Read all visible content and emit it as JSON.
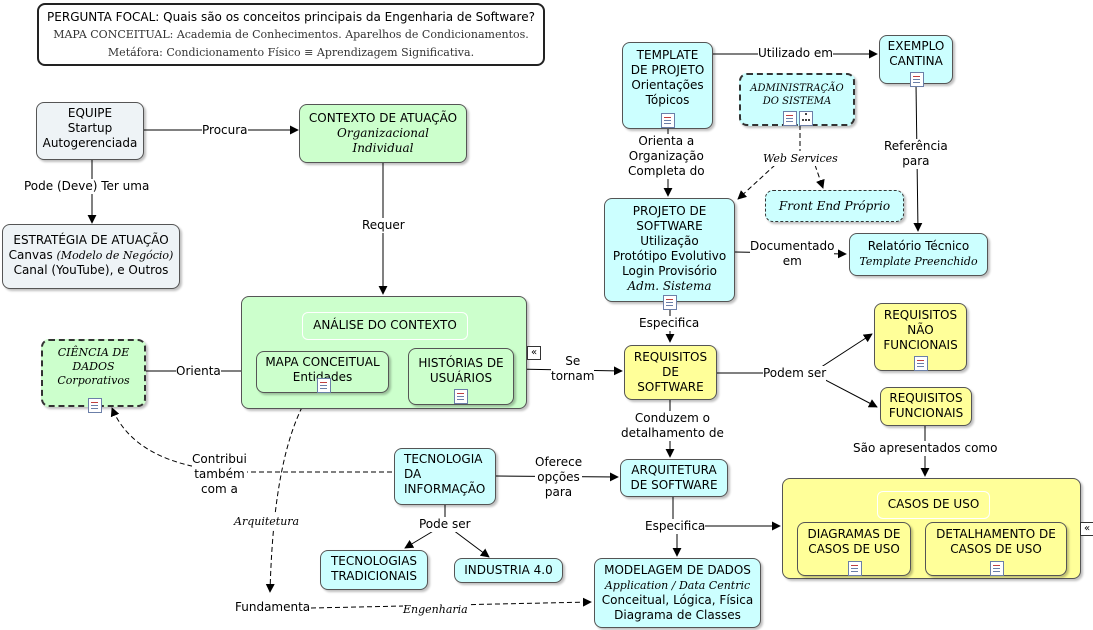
{
  "focal": {
    "line1": "PERGUNTA FOCAL: Quais são os conceitos principais da Engenharia de Software?",
    "line2": "MAPA CONCEITUAL: Academia de Conhecimentos. Aparelhos de Condicionamentos.",
    "line3": "Metáfora: Condicionamento Físico ≡ Aprendizagem Significativa."
  },
  "nodes": {
    "equipe": [
      "EQUIPE",
      "Startup",
      "Autogerenciada"
    ],
    "estrategia": {
      "title": "ESTRATÉGIA DE ATUAÇÃO",
      "line2_a": "Canvas ",
      "line2_b": "(Modelo de Negócio)",
      "line3": "Canal (YouTube), e Outros"
    },
    "contexto": {
      "title": "CONTEXTO DE ATUAÇÃO",
      "l2": "Organizacional",
      "l3": "Individual"
    },
    "analise_title": "ANÁLISE DO CONTEXTO",
    "mapa": [
      "MAPA CONCEITUAL",
      "Entidades"
    ],
    "historias": [
      "HISTÓRIAS DE",
      "USUÁRIOS"
    ],
    "ciencia": [
      "CIÊNCIA DE",
      "DADOS",
      "Corporativos"
    ],
    "template": [
      "TEMPLATE",
      "DE PROJETO",
      "Orientações",
      "Tópicos"
    ],
    "exemplo": [
      "EXEMPLO",
      "CANTINA"
    ],
    "admin": [
      "ADMINISTRAÇÃO",
      "DO SISTEMA"
    ],
    "frontend": "Front End Próprio",
    "projeto": {
      "lines": [
        "PROJETO DE",
        "SOFTWARE",
        "Utilização",
        "Protótipo Evolutivo",
        "Login Provisório"
      ],
      "italic": "Adm. Sistema"
    },
    "relatorio": {
      "title": "Relatório Técnico",
      "sub": "Template Preenchido"
    },
    "requisitos": [
      "REQUISITOS",
      "DE",
      "SOFTWARE"
    ],
    "req_nao": [
      "REQUISITOS",
      "NÃO",
      "FUNCIONAIS"
    ],
    "req_func": [
      "REQUISITOS",
      "FUNCIONAIS"
    ],
    "ti": [
      "TECNOLOGIA",
      "DA",
      "INFORMAÇÃO"
    ],
    "arquitetura": [
      "ARQUITETURA",
      "DE SOFTWARE"
    ],
    "trad": [
      "TECNOLOGIAS",
      "TRADICIONAIS"
    ],
    "industria": "INDUSTRIA 4.0",
    "modelagem": {
      "title": "MODELAGEM DE DADOS",
      "italic": "Application / Data Centric",
      "l3": "Conceitual, Lógica, Física",
      "l4": "Diagrama de Classes"
    },
    "casos_title": "CASOS DE USO",
    "diagramas": [
      "DIAGRAMAS DE",
      "CASOS DE USO"
    ],
    "detalhamento": [
      "DETALHAMENTO DE",
      "CASOS DE USO"
    ]
  },
  "labels": {
    "procura": "Procura",
    "pode_deve": "Pode (Deve) Ter uma",
    "requer": "Requer",
    "orienta": "Orienta",
    "se_tornam": [
      "Se",
      "tornam"
    ],
    "utilizado_em": "Utilizado em",
    "orienta_org": [
      "Orienta a",
      "Organização",
      "Completa do"
    ],
    "web_services": "Web Services",
    "referencia": [
      "Referência",
      "para"
    ],
    "documentado": [
      "Documentado",
      "em"
    ],
    "especifica1": "Especifica",
    "podem_ser": "Podem ser",
    "conduzem": [
      "Conduzem o",
      "detalhamento de"
    ],
    "sao_apresentados": "São apresentados como",
    "contribui": [
      "Contribui",
      "também",
      "com a"
    ],
    "oferece": [
      "Oferece",
      "opções",
      "para"
    ],
    "especifica2": "Especifica",
    "pode_ser": "Pode ser",
    "arquitetura_it": "Arquitetura",
    "fundamenta": "Fundamenta",
    "engenharia": "Engenharia"
  }
}
